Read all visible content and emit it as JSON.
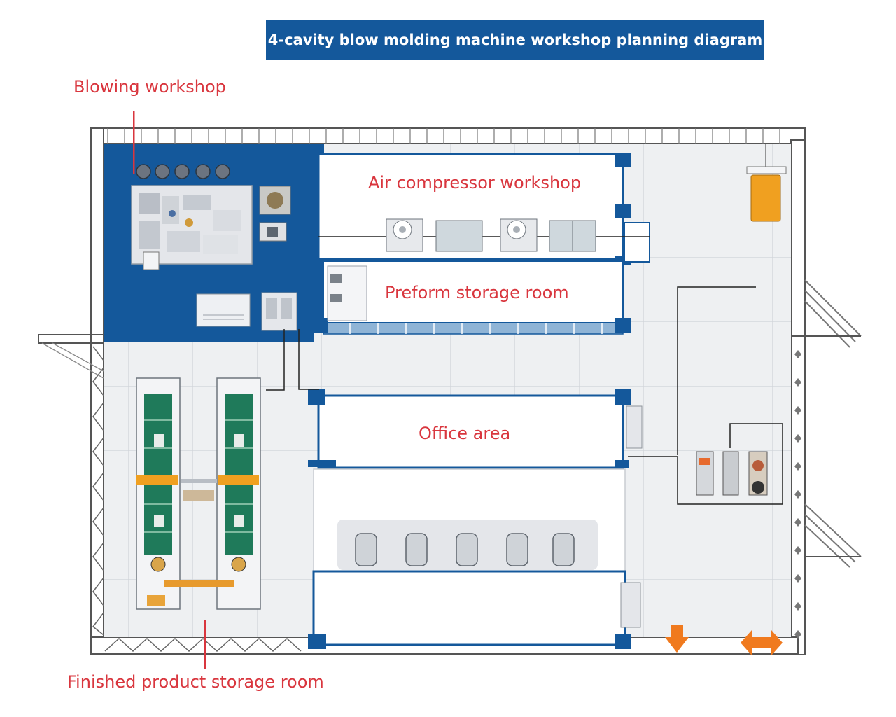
{
  "title": "4-cavity blow molding machine workshop planning diagram",
  "labels": {
    "blowing_workshop": "Blowing workshop",
    "air_compressor_workshop": "Air compressor workshop",
    "preform_storage_room": "Preform storage room",
    "office_area": "Office area",
    "finished_product_storage_room": "Finished product storage room"
  },
  "colors": {
    "banner": "#14589b",
    "wall_blue": "#14589b",
    "label_red": "#d9363e",
    "floor": "#eef0f2",
    "grid": "#cfd3d8",
    "conveyor_green": "#1f7a5a",
    "accent_orange": "#f0a020",
    "arrow_orange": "#f07a1e"
  },
  "icons": [
    "dust-collector-fan-icon",
    "blow-molding-machine-icon",
    "chiller-icon",
    "control-cabinet-icon",
    "air-compressor-icon",
    "air-tank-icon",
    "air-dryer-icon",
    "conveyor-line-icon",
    "storage-rack-icon",
    "electrical-panel-icon",
    "exit-arrow-icon",
    "double-door-arrow-icon",
    "hanging-lamp-icon"
  ]
}
